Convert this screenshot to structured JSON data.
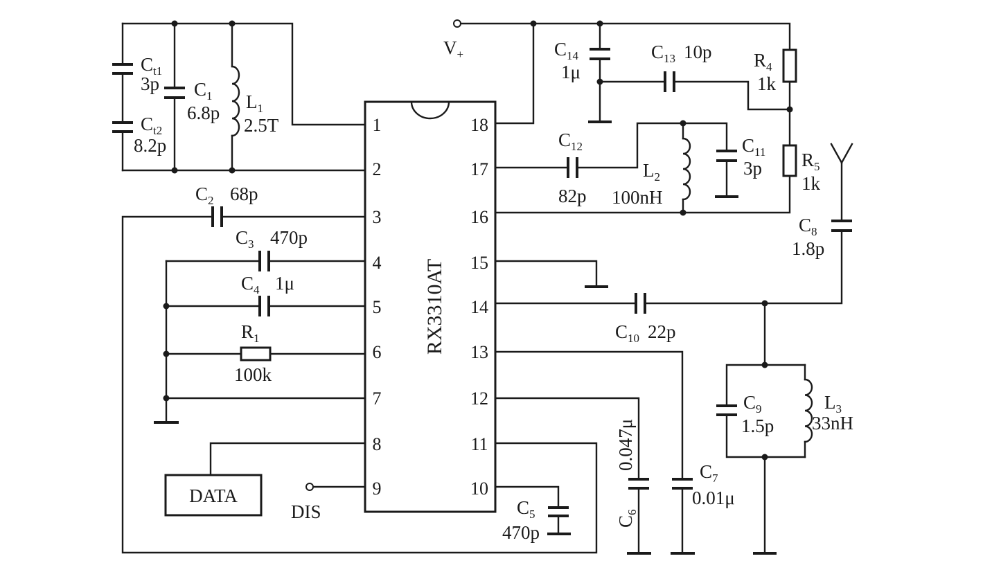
{
  "chip": {
    "name": "RX3310AT",
    "pins_left": [
      "1",
      "2",
      "3",
      "4",
      "5",
      "6",
      "7",
      "8",
      "9"
    ],
    "pins_right": [
      "18",
      "17",
      "16",
      "15",
      "14",
      "13",
      "12",
      "11",
      "10"
    ]
  },
  "labels": {
    "ct1": {
      "main": "C",
      "sub": "t1",
      "value": "3p"
    },
    "ct2": {
      "main": "C",
      "sub": "t2",
      "value": "8.2p"
    },
    "c1": {
      "main": "C",
      "sub": "1",
      "value": "6.8p"
    },
    "l1": {
      "main": "L",
      "sub": "1",
      "value": "2.5T"
    },
    "c2": {
      "main": "C",
      "sub": "2",
      "value": "68p"
    },
    "c3": {
      "main": "C",
      "sub": "3",
      "value": "470p"
    },
    "c4": {
      "main": "C",
      "sub": "4",
      "value": "1μ"
    },
    "r1": {
      "main": "R",
      "sub": "1",
      "value": "100k"
    },
    "c5": {
      "main": "C",
      "sub": "5",
      "value": "470p"
    },
    "c6": {
      "main": "C",
      "sub": "6",
      "value": "0.047μ"
    },
    "c7": {
      "main": "C",
      "sub": "7",
      "value": "0.01μ"
    },
    "c8": {
      "main": "C",
      "sub": "8",
      "value": "1.8p"
    },
    "c9": {
      "main": "C",
      "sub": "9",
      "value": "1.5p"
    },
    "l3": {
      "main": "L",
      "sub": "3",
      "value": "33nH"
    },
    "c10": {
      "main": "C",
      "sub": "10",
      "value": "22p"
    },
    "c11": {
      "main": "C",
      "sub": "11",
      "value": "3p"
    },
    "c12": {
      "main": "C",
      "sub": "12",
      "value": "82p"
    },
    "l2": {
      "main": "L",
      "sub": "2",
      "value": "100nH"
    },
    "c13": {
      "main": "C",
      "sub": "13",
      "value": "10p"
    },
    "c14": {
      "main": "C",
      "sub": "14",
      "value": "1μ"
    },
    "r4": {
      "main": "R",
      "sub": "4",
      "value": "1k"
    },
    "r5": {
      "main": "R",
      "sub": "5",
      "value": "1k"
    }
  },
  "terminals": {
    "vplus": {
      "main": "V",
      "sub": "+"
    },
    "dis": "DIS",
    "data": "DATA"
  }
}
